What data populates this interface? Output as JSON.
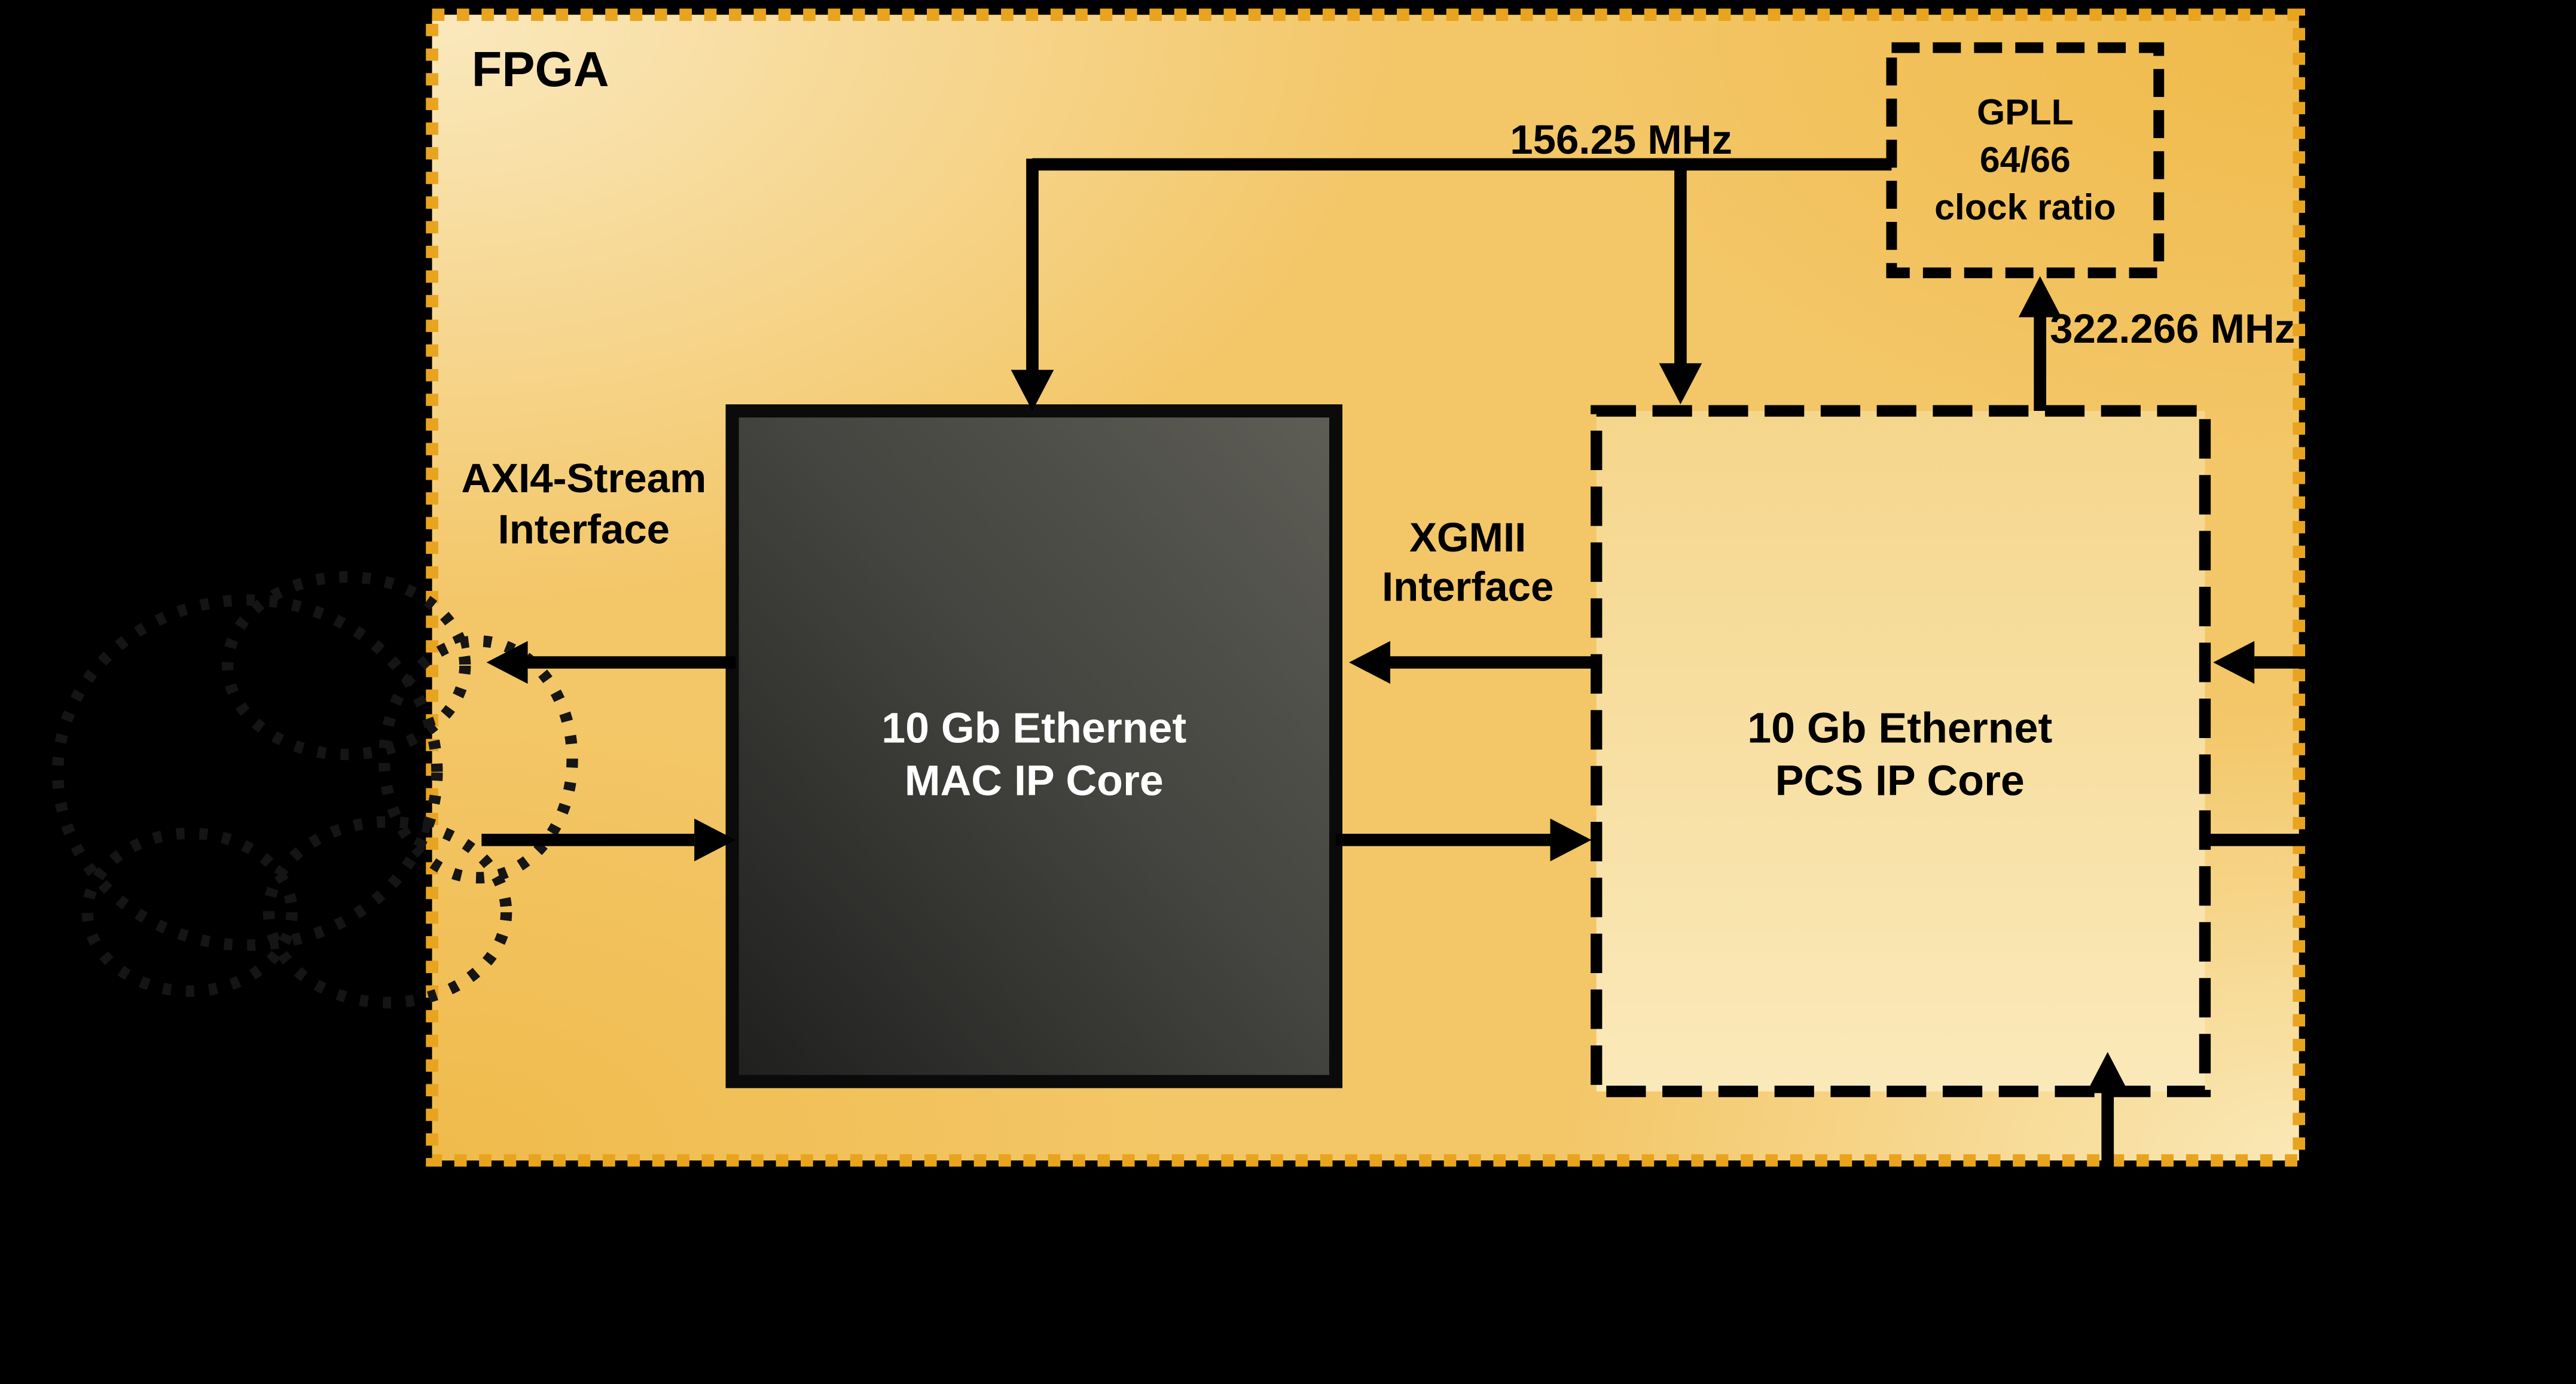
{
  "diagram": {
    "title": "FPGA",
    "blocks": {
      "mac": {
        "line1": "10 Gb Ethernet",
        "line2": "MAC IP Core"
      },
      "pcs": {
        "line1": "10 Gb Ethernet",
        "line2": "PCS IP Core"
      },
      "gpll": {
        "line1": "GPLL",
        "line2": "64/66",
        "line3": "clock ratio"
      }
    },
    "labels": {
      "clock_156": "156.25 MHz",
      "clock_322": "322.266 MHz",
      "axi4_line1": "AXI4-Stream",
      "axi4_line2": "Interface",
      "xgmii_line1": "XGMII",
      "xgmii_line2": "Interface"
    },
    "colors": {
      "canvas_background": "#000000",
      "fpga_border": "#E8A41F",
      "fpga_base_orange": "#F3C667",
      "fpga_light_corner": "#FAE9BE",
      "mac_border": "#0B0B0B",
      "mac_fill_dark": "#1F1F1E",
      "mac_fill_light": "#5E5E56",
      "mac_text": "#FFFFFF",
      "pcs_fill_top": "#F5D68C",
      "pcs_fill_bottom": "#FAE9BA",
      "line_color": "#000000",
      "text_color": "#000000",
      "cloud_dot_color": "#151515"
    }
  }
}
